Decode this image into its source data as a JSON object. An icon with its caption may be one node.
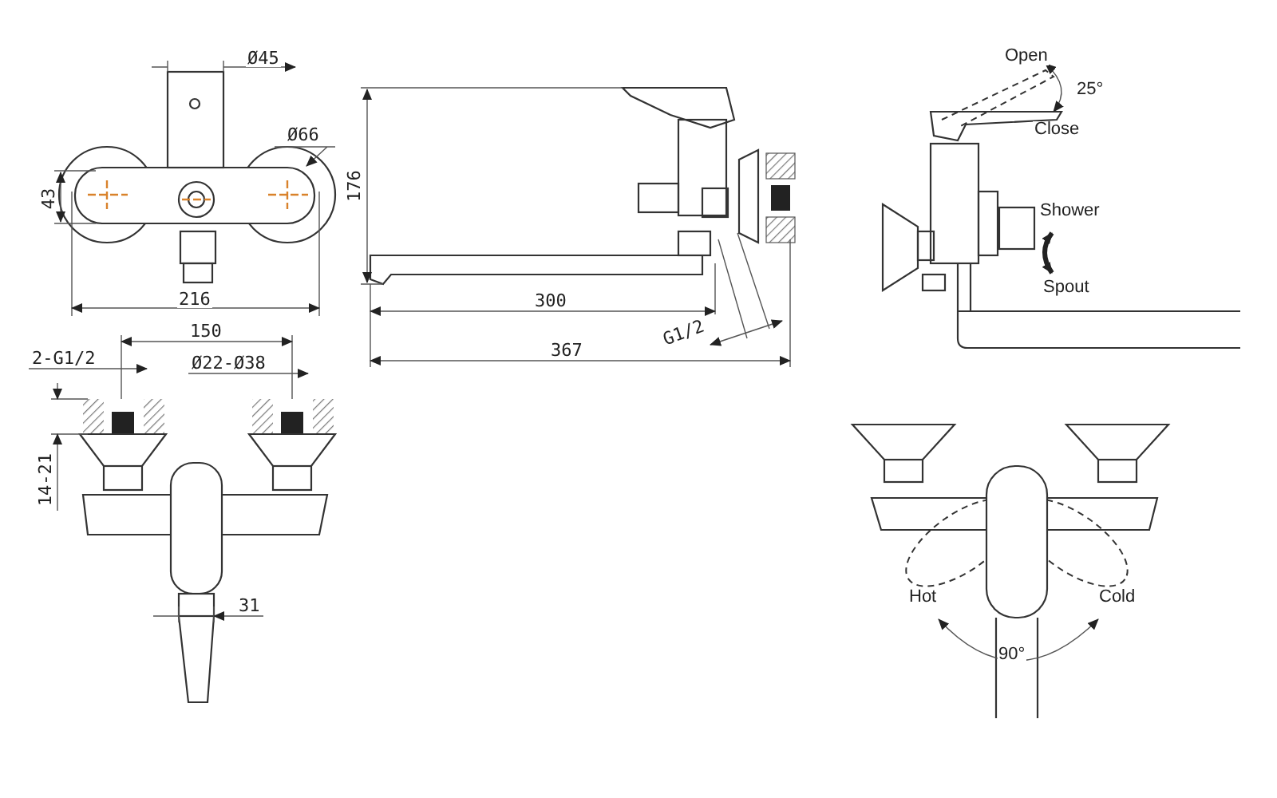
{
  "diagram": {
    "labels": [
      "Ø45",
      "Open",
      "25°",
      "Ø66",
      "Close",
      "176",
      "43",
      "Shower",
      "Spout",
      "216",
      "300",
      "G1/2",
      "367",
      "150",
      "2-G1/2",
      "Ø22-Ø38",
      "14-21",
      "31",
      "Hot",
      "Cold",
      "90°"
    ]
  }
}
